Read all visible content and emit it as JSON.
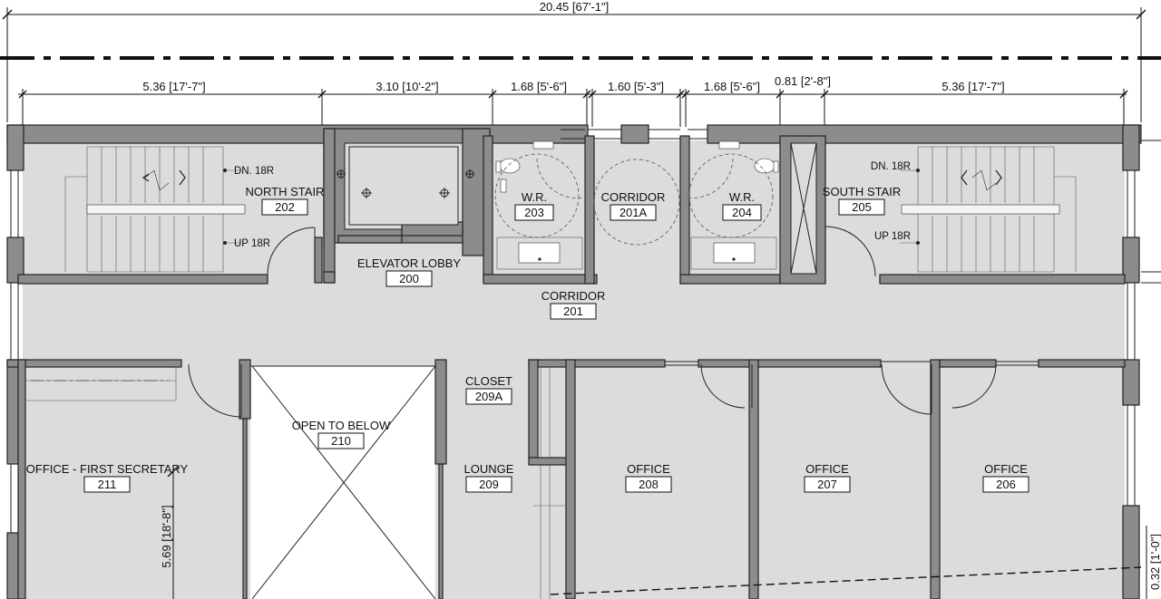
{
  "dimensions": {
    "overall": "20.45 [67'-1\"]",
    "north_stair": "5.36 [17'-7\"]",
    "elevator": "3.10 [10'-2\"]",
    "wr_203": "1.68 [5'-6\"]",
    "corridor_201a": "1.60 [5'-3\"]",
    "wr_204": "1.68 [5'-6\"]",
    "shaft": "0.81 [2'-8\"]",
    "south_stair": "5.36 [17'-7\"]",
    "office_211_depth": "5.69 [18'-8\"]",
    "right_edge": "0.32 [1'-0\"]"
  },
  "stair_notes": {
    "north_dn": "DN. 18R",
    "north_up": "UP 18R",
    "south_dn": "DN. 18R",
    "south_up": "UP 18R"
  },
  "rooms": [
    {
      "key": "north_stair",
      "name": "NORTH STAIR",
      "number": "202"
    },
    {
      "key": "elevator_lobby",
      "name": "ELEVATOR LOBBY",
      "number": "200"
    },
    {
      "key": "wr_203",
      "name": "W.R.",
      "number": "203"
    },
    {
      "key": "corridor_201a",
      "name": "CORRIDOR",
      "number": "201A"
    },
    {
      "key": "wr_204",
      "name": "W.R.",
      "number": "204"
    },
    {
      "key": "south_stair",
      "name": "SOUTH STAIR",
      "number": "205"
    },
    {
      "key": "corridor_201",
      "name": "CORRIDOR",
      "number": "201"
    },
    {
      "key": "closet",
      "name": "CLOSET",
      "number": "209A"
    },
    {
      "key": "open_to_below",
      "name": "OPEN TO BELOW",
      "number": "210"
    },
    {
      "key": "office_first_secretary",
      "name": "OFFICE - FIRST SECRETARY",
      "number": "211"
    },
    {
      "key": "lounge",
      "name": "LOUNGE",
      "number": "209"
    },
    {
      "key": "office_208",
      "name": "OFFICE",
      "number": "208"
    },
    {
      "key": "office_207",
      "name": "OFFICE",
      "number": "207"
    },
    {
      "key": "office_206",
      "name": "OFFICE",
      "number": "206"
    }
  ]
}
